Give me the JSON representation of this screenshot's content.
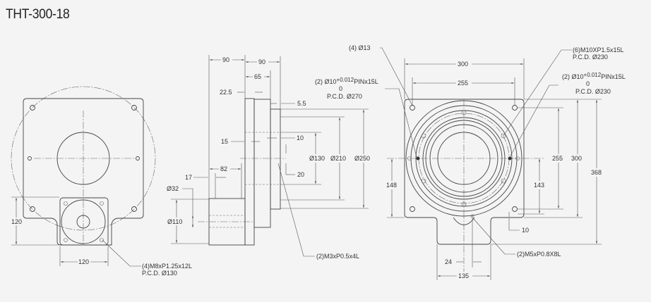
{
  "title": "THT-300-18",
  "motor_view": {
    "dim_height": "120",
    "dim_width": "120",
    "note_line1": "(4)M8xP1.25x12L",
    "note_line2": "P.C.D. Ø130"
  },
  "side_view": {
    "dim_90_a": "90",
    "dim_90_b": "90",
    "dim_65": "65",
    "dim_22_5": "22.5",
    "dim_5_5": "5.5",
    "dim_15": "15",
    "dim_10": "10",
    "dim_20": "20",
    "dim_82": "82",
    "dim_17": "17",
    "dim_d32": "Ø32",
    "dim_d110": "Ø110",
    "dim_d130": "Ø130",
    "dim_d210": "Ø210",
    "dim_d250": "Ø250",
    "note_m3": "(2)M3xP0.5x4L"
  },
  "front_view": {
    "note_holes": "(4) Ø13",
    "pin_left": {
      "prefix": "(2) Ø10",
      "upper_tol": "+0.012",
      "lower_tol": "0",
      "suffix": "PINx15L",
      "pcd": "P.C.D. Ø270"
    },
    "pin_right": {
      "prefix": "(2) Ø10",
      "upper_tol": "+0.012",
      "lower_tol": "0",
      "suffix": "PINx15L",
      "pcd": "P.C.D. Ø230"
    },
    "note_m10_line1": "(6)M10XP1.5x15L",
    "note_m10_line2": "P.C.D. Ø230",
    "dim_300_h": "300",
    "dim_255_h": "255",
    "dim_255_v": "255",
    "dim_300_v": "300",
    "dim_368": "368",
    "dim_148": "148",
    "dim_143": "143",
    "dim_10": "10",
    "dim_24": "24",
    "dim_135": "135",
    "note_m5": "(2)M5xP0.8X8L"
  }
}
